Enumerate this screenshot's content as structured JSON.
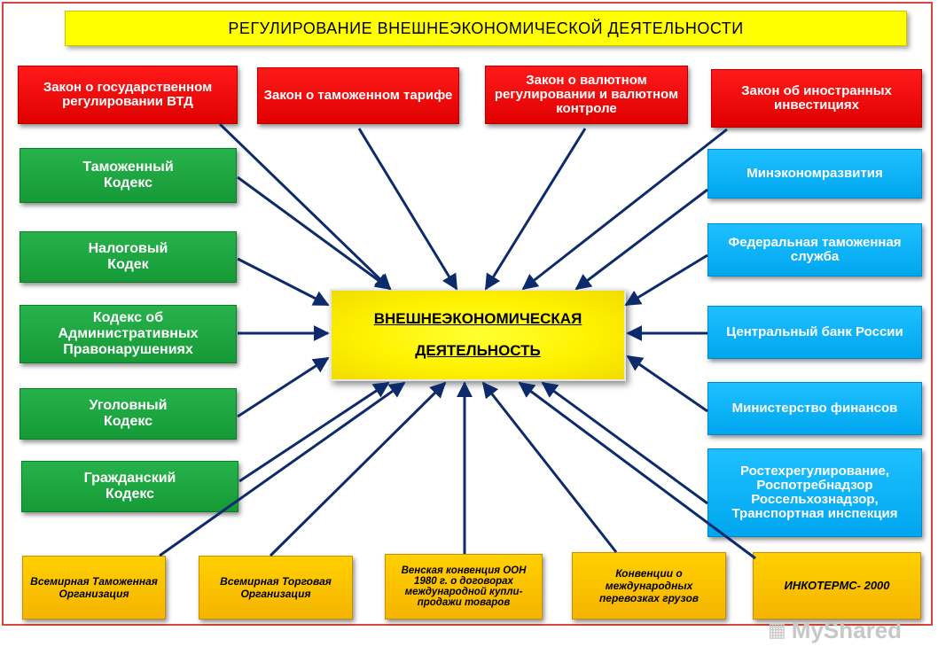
{
  "title": "РЕГУЛИРОВАНИЕ    ВНЕШНЕЭКОНОМИЧЕСКОЙ  ДЕЯТЕЛЬНОСТИ",
  "center": {
    "line1": "ВНЕШНЕЭКОНОМИЧЕСКАЯ",
    "line2": "ДЕЯТЕЛЬНОСТЬ"
  },
  "laws": [
    "Закон о государственном регулировании ВТД",
    "Закон о таможенном тарифе",
    "Закон о валютном регулировании и валютном контроле",
    "Закон об иностранных инвестициях"
  ],
  "codes": [
    "Таможенный Кодекс",
    "Налоговый Кодек",
    "Кодекс об Административных Правонарушениях",
    "Уголовный Кодекс",
    "Гражданский Кодекс"
  ],
  "agencies": [
    "Минэкономразвития",
    "Федеральная таможенная служба",
    "Центральный банк России",
    "Министерство финансов",
    "Ростехрегулирование, Роспотребнадзор Россельхознадзор, Транспортная инспекция"
  ],
  "international": [
    "Всемирная Таможенная Организация",
    "Всемирная Торговая Организация",
    "Венская конвенция ООН 1980 г. о договорах международной купли-продажи товаров",
    "Конвенции о международных перевозках грузов",
    "ИНКОТЕРМС- 2000"
  ],
  "watermark": "MyShared",
  "colors": {
    "law": "#ff0000",
    "code": "#1fa843",
    "agency": "#0fb4f5",
    "international": "#ffc800",
    "title": "#ffff00",
    "center": "#ffff00",
    "arrow": "#0d2b6b",
    "frame": "#d9473f"
  }
}
